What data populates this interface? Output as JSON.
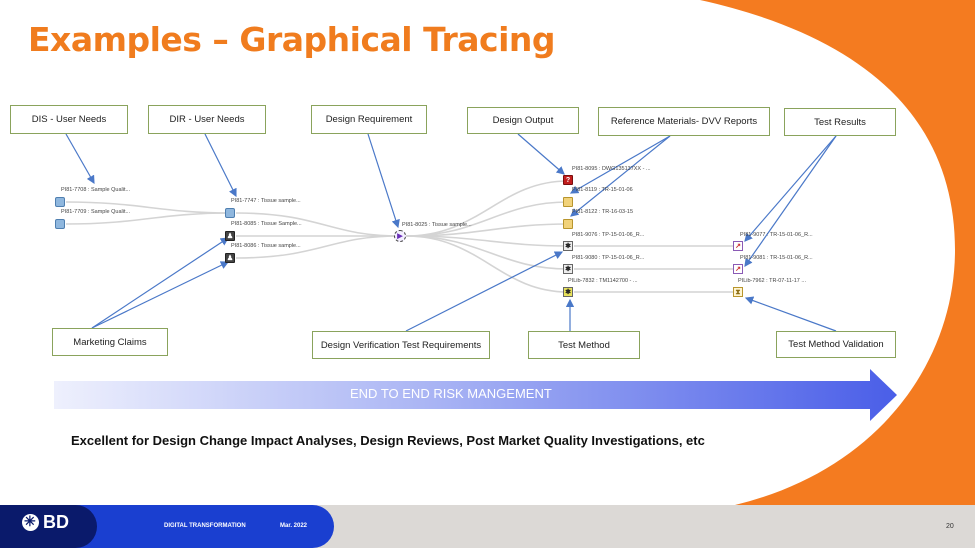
{
  "title": "Examples – Graphical Tracing",
  "boxes": {
    "dis": "DIS - User Needs",
    "dir": "DIR - User Needs",
    "design_requirement": "Design Requirement",
    "design_output": "Design Output",
    "reference_materials": "Reference Materials- DVV Reports",
    "test_results": "Test Results",
    "marketing_claims": "Marketing Claims",
    "dvtr": "Design Verification Test Requirements",
    "test_method": "Test Method",
    "test_method_validation": "Test Method Validation"
  },
  "nodes": {
    "n1": "PI81-7708 : Sample Qualit...",
    "n2": "PI81-7709 : Sample Qualit...",
    "n3": "PI81-7747 : Tissue sample...",
    "n4": "PI81-8085 : Tissue Sample...",
    "n5": "PI81-8086 : Tissue sample...",
    "n6": "PI81-8025 : Tissue sample...",
    "n7": "PI81-8095 : DWG135137XX - ...",
    "n8": "PI81-8119 : TR-15-01-06",
    "n9": "PI81-8122 : TR-16-03-15",
    "n10": "PI81-9076 : TP-15-01-06_R...",
    "n11": "PI81-9080 : TP-15-01-06_R...",
    "n12": "PILib-7832 : TM1142700 - ...",
    "n13": "PI81-9077 : TR-15-01-06_R...",
    "n14": "PI81-9081 : TR-15-01-06_R...",
    "n15": "PILib-7962 : TR-07-11-17 ..."
  },
  "arrow_text": "END TO END RISK MANGEMENT",
  "tagline": "Excellent for Design Change Impact Analyses, Design Reviews, Post Market Quality Investigations,  etc",
  "footer": {
    "logo": "BD",
    "dept": "DIGITAL TRANSFORMATION",
    "date": "Mar. 2022",
    "page": "20"
  },
  "colors": {
    "title_orange": "#f07c1e",
    "accent_orange": "#f47b20",
    "box_border": "#8aa35c",
    "arrow_blue": "#4a5ee8",
    "connector_blue": "#4a78c8",
    "footer_blue": "#1a3fd0",
    "footer_navy": "#0a1a6b"
  }
}
